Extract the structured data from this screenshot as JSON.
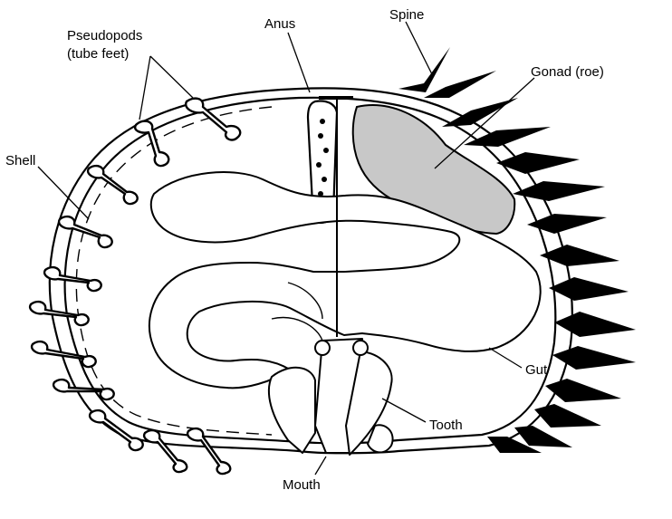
{
  "diagram": {
    "labels": {
      "pseudopods_line1": "Pseudopods",
      "pseudopods_line2": "(tube feet)",
      "anus": "Anus",
      "spine": "Spine",
      "gonad": "Gonad (roe)",
      "shell": "Shell",
      "gut": "Gut",
      "tooth": "Tooth",
      "mouth": "Mouth"
    },
    "colors": {
      "ink": "#000000",
      "background": "#ffffff",
      "gonad_fill": "#c8c8c8"
    }
  }
}
